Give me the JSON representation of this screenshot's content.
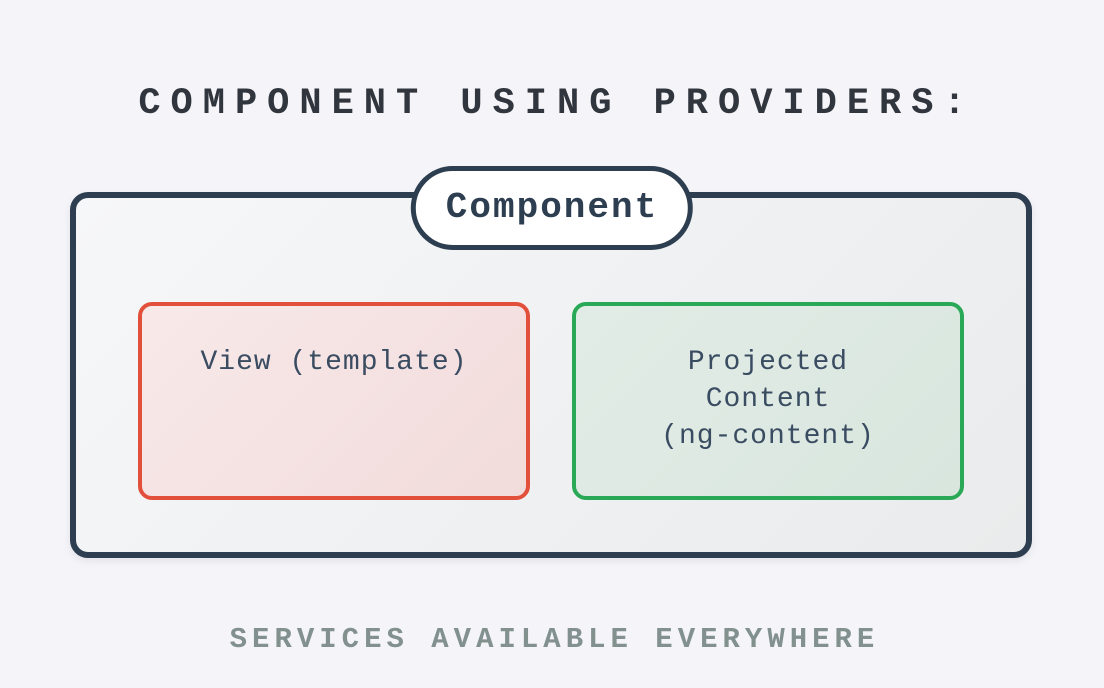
{
  "title": {
    "text": "COMPONENT USING PROVIDERS:"
  },
  "component": {
    "pill_label": "Component",
    "view_box_label": "View (template)",
    "projected_box_label": "Projected\nContent\n(ng-content)"
  },
  "footer": {
    "text": "SERVICES AVAILABLE EVERYWHERE"
  },
  "colors": {
    "background": "#f5f5f9",
    "dark_slate": "#2d3e50",
    "title_text": "#31353d",
    "red_border": "#e2503b",
    "red_fill_a": "#f8e9e9",
    "red_fill_b": "#f2dbdb",
    "green_border": "#29a957",
    "green_fill_a": "#e2ece6",
    "green_fill_b": "#d8e6de",
    "box_fill_a": "#f6f7f9",
    "box_fill_b": "#e9ebec",
    "inner_text": "#3a4c61",
    "footer_text": "#82918d"
  }
}
